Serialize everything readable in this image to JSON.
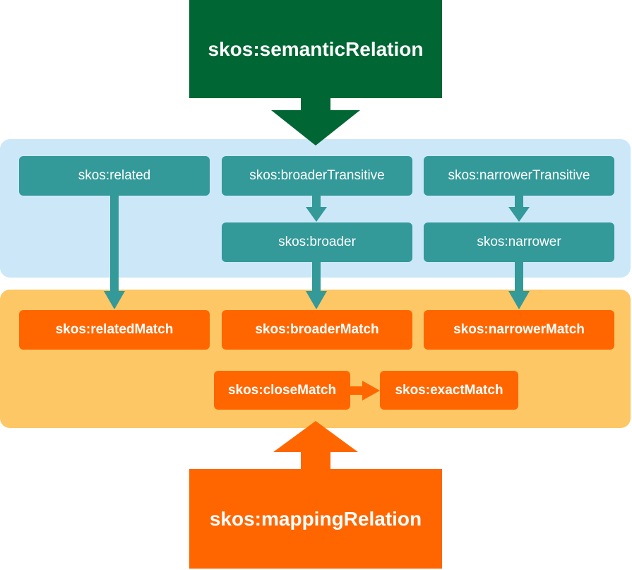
{
  "colors": {
    "semantic_panel": "#cce8f8",
    "mapping_panel": "#fdc766",
    "semantic_relation": "#006633",
    "mapping_relation": "#ff6600",
    "semantic_property": "#339999",
    "mapping_property": "#ff6600"
  },
  "top": {
    "label": "skos:semanticRelation"
  },
  "bottom": {
    "label": "skos:mappingRelation"
  },
  "semantic": {
    "related": "skos:related",
    "broaderTransitive": "skos:broaderTransitive",
    "narrowerTransitive": "skos:narrowerTransitive",
    "broader": "skos:broader",
    "narrower": "skos:narrower"
  },
  "mapping": {
    "relatedMatch": "skos:relatedMatch",
    "broaderMatch": "skos:broaderMatch",
    "narrowerMatch": "skos:narrowerMatch",
    "closeMatch": "skos:closeMatch",
    "exactMatch": "skos:exactMatch"
  }
}
